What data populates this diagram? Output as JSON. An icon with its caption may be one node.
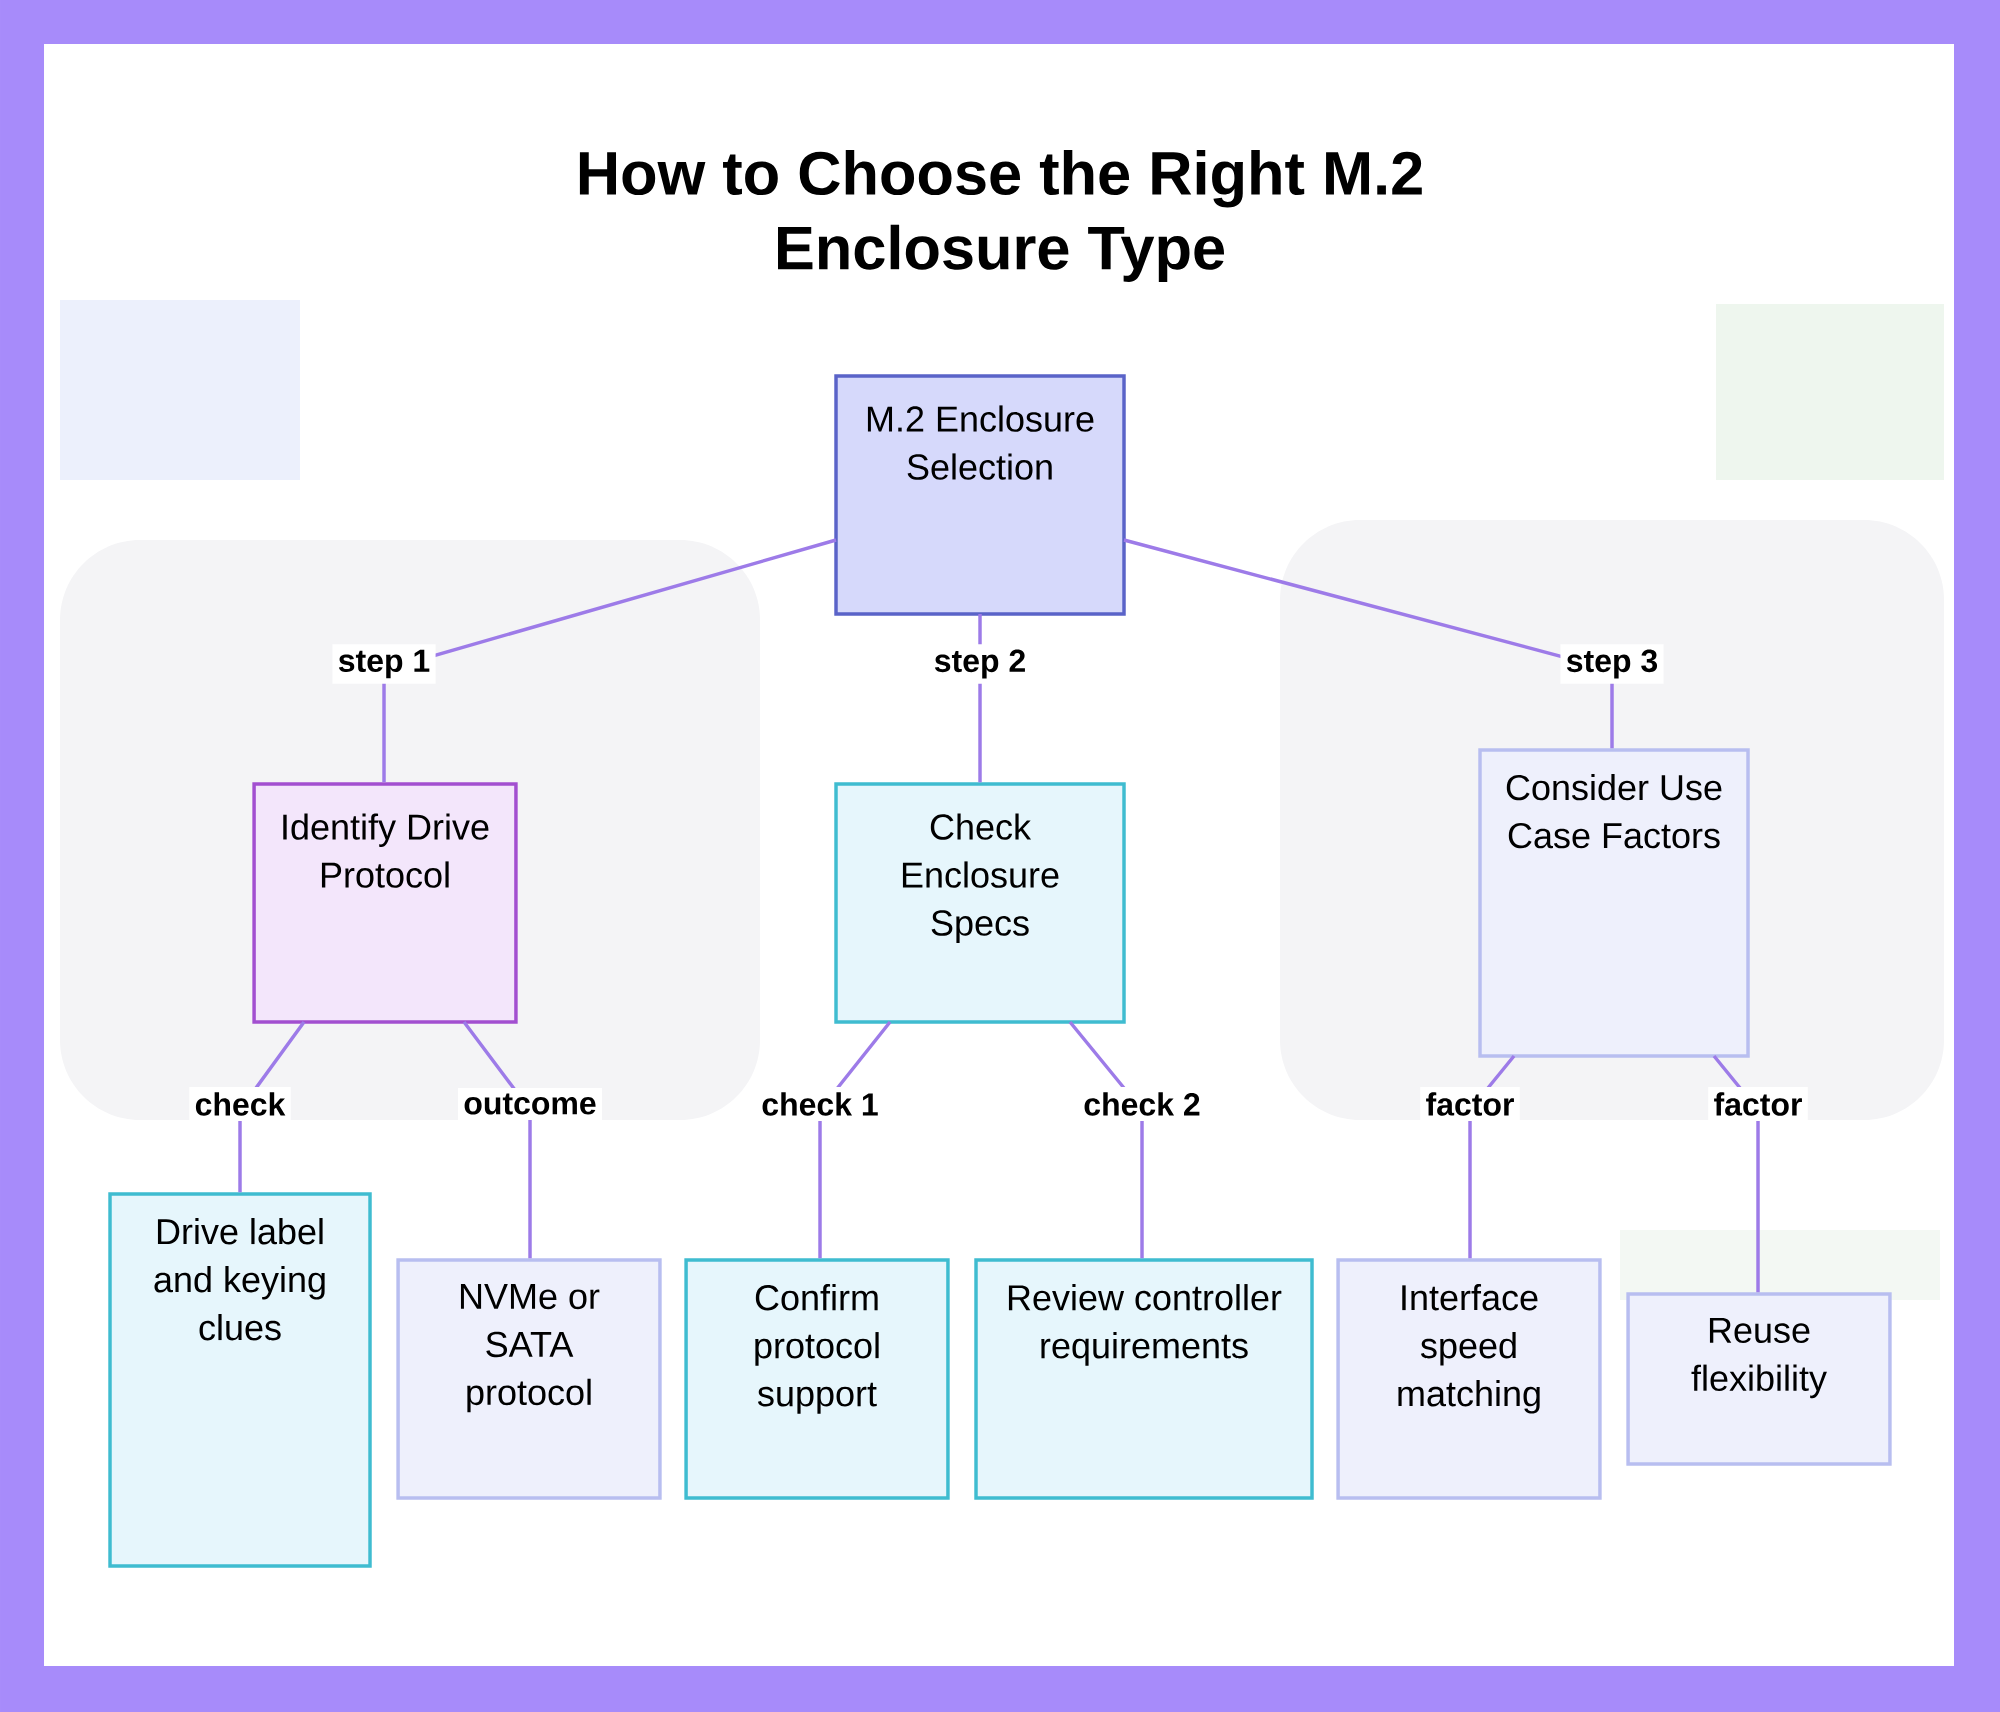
{
  "diagram": {
    "title": "How to Choose the Right M.2 Enclosure Type",
    "nodes": [
      {
        "text": [
          "M.2 Enclosure Selection"
        ]
      },
      {
        "text": [
          "Identify Drive Protocol"
        ]
      },
      {
        "text": [
          "Check Enclosure Specs"
        ]
      },
      {
        "text": [
          "Consider Use Case Factors"
        ]
      },
      {
        "text": [
          "Drive label and keying clues"
        ]
      },
      {
        "text": [
          "NVMe or SATA protocol"
        ]
      },
      {
        "text": [
          "Confirm protocol support"
        ]
      },
      {
        "text": [
          "Review controller requirements"
        ]
      },
      {
        "text": [
          "Interface speed matching"
        ]
      },
      {
        "text": [
          "Reuse flexibility"
        ]
      }
    ],
    "edges": [
      {
        "from": 0,
        "to": 1,
        "arrow": "none",
        "label": "step 1"
      },
      {
        "from": 0,
        "to": 2,
        "arrow": "none",
        "label": "step 2"
      },
      {
        "from": 0,
        "to": 3,
        "arrow": "none",
        "label": "step 3"
      },
      {
        "from": 1,
        "to": 4,
        "arrow": "none",
        "label": "check"
      },
      {
        "from": 1,
        "to": 5,
        "arrow": "none",
        "label": "outcome"
      },
      {
        "from": 2,
        "to": 6,
        "arrow": "none",
        "label": "check 1"
      },
      {
        "from": 2,
        "to": 7,
        "arrow": "none",
        "label": "check 2"
      },
      {
        "from": 3,
        "to": 8,
        "arrow": "none",
        "label": "factor"
      },
      {
        "from": 3,
        "to": 9,
        "arrow": "none",
        "label": "factor"
      }
    ]
  }
}
